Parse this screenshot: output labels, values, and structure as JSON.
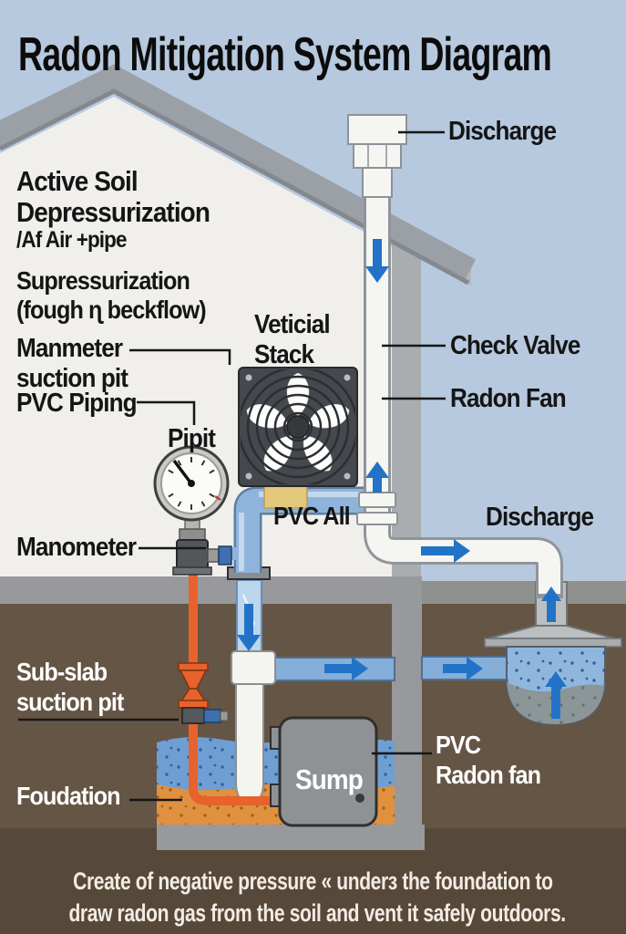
{
  "title": "Radon Mitigation System Diagram",
  "labels": {
    "active_soil_line1": "Active Soil",
    "active_soil_line2": "Depressurization",
    "air_pipe": "/Af Air +pipe",
    "supress_line1": "Supressurization",
    "supress_line2": "(fough ɳ beckflow)",
    "manmeter_line1": "Manmeter",
    "manmeter_line2": "suction pit",
    "pvc_piping": "PVC Piping",
    "pipit": "Pipit",
    "stack_line1": "Veticial",
    "stack_line2": "Stack",
    "discharge_roof": "Discharge",
    "check_valve": "Check Valve",
    "radon_fan": "Radon Fan",
    "pvc_all": "PVC All",
    "discharge_side": "Discharge",
    "manometer": "Manometer",
    "subslab_line1": "Sub-slab",
    "subslab_line2": "suction pit",
    "foundation": "Foudation",
    "sump": "Sump",
    "pvc_radon_line1": "PVC",
    "pvc_radon_line2": "Radon fan"
  },
  "caption": {
    "line1": "Create of negative pressure « underɜ the foundation to",
    "line2": "draw radon gas from the soil and vent it safely outdoors."
  },
  "colors": {
    "sky": "#b7c9de",
    "house_wall": "#f0efec",
    "roof": "#9aa0a6",
    "concrete": "#97999c",
    "soil": "#655545",
    "soil_dark": "#574939",
    "pipe_white": "#f5f5f2",
    "pipe_blue": "#8fb4dc",
    "pipe_orange": "#e8622d",
    "pipe_yellow": "#e3c87c",
    "arrow_blue": "#2273c8",
    "gravel_blue": "#6f9fd2",
    "gravel_orange": "#e0913f",
    "fan_body": "#45484d",
    "label_dark": "#151515",
    "label_light": "#ffffff"
  }
}
